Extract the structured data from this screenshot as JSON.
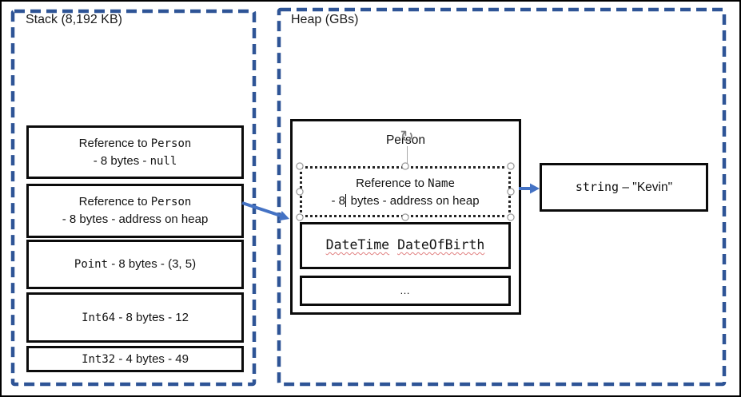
{
  "colors": {
    "dashed_region_border": "#2E5496",
    "arrow": "#4472C4",
    "box_border": "#0B0B0B",
    "spellcheck_squiggle": "#E08080",
    "selection_handle_border": "#909090"
  },
  "icons": {
    "rotate": "↻"
  },
  "stack": {
    "label": "Stack (8,192 KB)",
    "box1": {
      "line1_text": "Reference to ",
      "line1_code": "Person",
      "line2_text": "- 8 bytes - ",
      "line2_code": "null"
    },
    "box2": {
      "line1_text": "Reference to ",
      "line1_code": "Person",
      "line2_text": "- 8 bytes - address on heap"
    },
    "box3": {
      "code": "Point",
      "text": " - 8 bytes - (3, 5)"
    },
    "box4": {
      "code": "Int64",
      "text": " - 8 bytes - 12"
    },
    "box5": {
      "code": "Int32",
      "text": " - 4 bytes - 49"
    }
  },
  "heap": {
    "label": "Heap (GBs)",
    "person": {
      "title": "Person",
      "name_field": {
        "line1_text": "Reference to ",
        "line1_code": "Name",
        "line2_before_caret": "- 8",
        "line2_after_caret": " bytes - address on heap"
      },
      "dob_field": {
        "code1": "DateTime",
        "sep": " ",
        "code2": "DateOfBirth"
      },
      "ellipsis": "…"
    },
    "string_box": {
      "code": "string",
      "text": " – \"Kevin\""
    }
  }
}
